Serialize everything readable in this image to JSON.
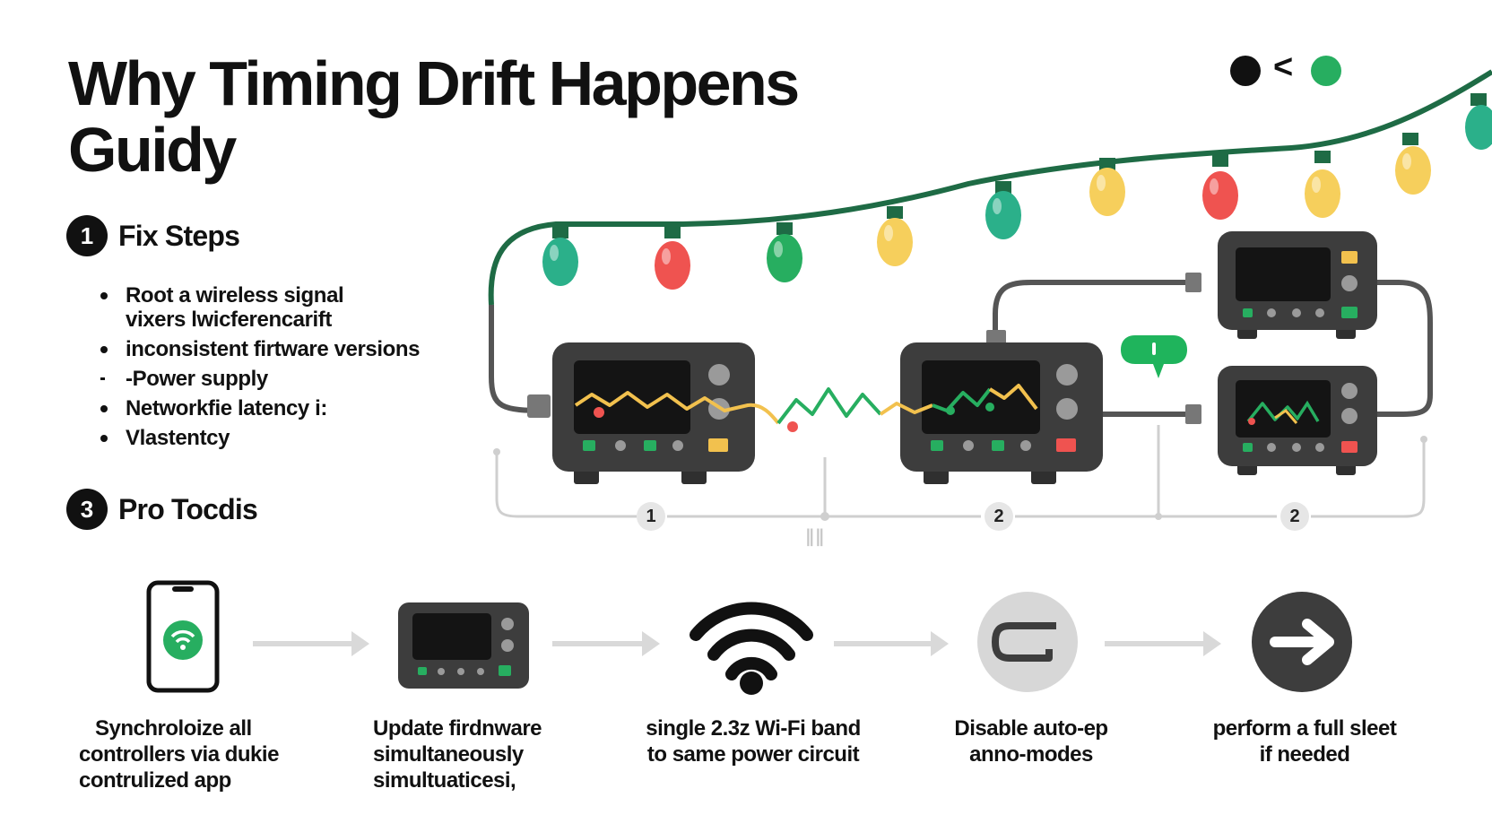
{
  "title": {
    "line1": "Why Timing Drift Happens",
    "line2": "Guidy"
  },
  "window_controls": {
    "left_icon": "black-dot",
    "middle_glyph": "<",
    "right_icon": "green-dot"
  },
  "fix_steps": {
    "number": "1",
    "label": "Fix Steps",
    "bullets": [
      {
        "line1": "Root a wireless signal",
        "line2": "vixers lwicferencarift"
      },
      {
        "line1": "inconsistent firtware versions"
      },
      {
        "line1": "-Power supply"
      },
      {
        "line1": "Networkfie latency i:"
      },
      {
        "line1": "Vlastentcy"
      }
    ]
  },
  "pro_tools": {
    "number": "3",
    "label": "Pro Tocdis"
  },
  "sequence": {
    "badges": [
      "1",
      "2",
      "2"
    ],
    "tick_label": "∥∥"
  },
  "steps": [
    {
      "icon": "smartphone-wifi-icon",
      "line1": "Synchroloize all",
      "line2": "controllers via dukie",
      "line3": "contrulized app"
    },
    {
      "icon": "controller-icon",
      "line1": "Update firdnware",
      "line2": "simultaneously",
      "line3": "simultuaticesi,"
    },
    {
      "icon": "wifi-icon",
      "line1": "single 2.3z Wi-Fi band",
      "line2": "to same power circuit"
    },
    {
      "icon": "loop-icon",
      "line1": "Disable auto-ep",
      "line2": "anno-modes"
    },
    {
      "icon": "arrow-right-icon",
      "line1": "perform a full sleet",
      "line2": "if needed"
    }
  ],
  "colors": {
    "wire_green": "#1e6b45",
    "bulb_teal": "#2bb08a",
    "bulb_red": "#ef5350",
    "bulb_green": "#27ae60",
    "bulb_yellow": "#f6cf5c",
    "wave_yellow": "#f2c14e",
    "wave_green": "#27ae60",
    "device_dark": "#3d3d3d",
    "connector_grey": "#cfcfcf",
    "arrow_grey": "#d9d9d9",
    "alert_green": "#1fb45c"
  }
}
